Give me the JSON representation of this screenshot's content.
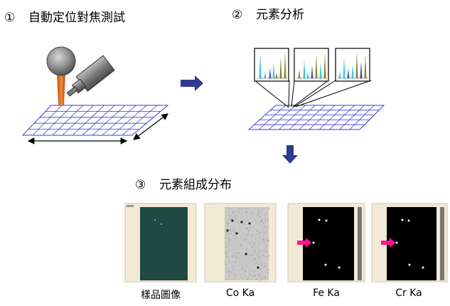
{
  "steps": [
    {
      "number": "①",
      "title": "自動定位對焦測試"
    },
    {
      "number": "②",
      "title": "元素分析"
    },
    {
      "number": "③",
      "title": "元素組成分布"
    }
  ],
  "panels": [
    {
      "caption": "樣品圖像"
    },
    {
      "caption": "Co Ka"
    },
    {
      "caption": "Fe Ka"
    },
    {
      "caption": "Cr Ka"
    }
  ],
  "colors": {
    "grid_line": "#3b3bd6",
    "arrow": "#2e3b8f",
    "probe_head": "#9a9a9a",
    "probe_stem": "#e07020",
    "sample_panel": "#1f4a44",
    "pointer": "#ff1493",
    "spectrum_cyan": "#36c6de",
    "spectrum_olive": "#8a8a2e",
    "spectrum_blue": "#3a4fc0"
  }
}
